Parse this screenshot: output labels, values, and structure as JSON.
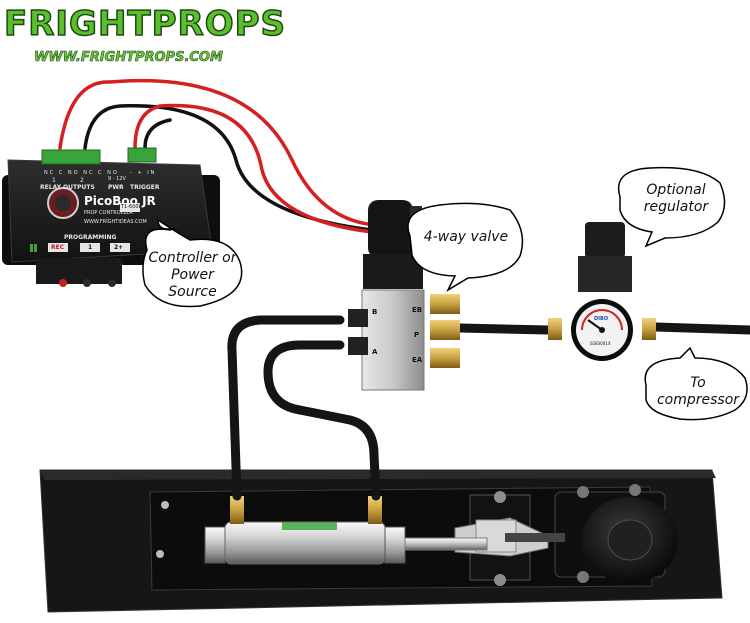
{
  "brand": {
    "logo_text": "FRIGHTPROPS",
    "url_text": "WWW.FRIGHTPROPS.COM",
    "logo_color": "#5bbf2b",
    "logo_dark_color": "#1d4a12"
  },
  "controller": {
    "product_name": "PicoBoo JR",
    "subtitle": "PROP CONTROLLER",
    "model_badge": "T1-600b",
    "website": "WWW.FRIGHTIDEAS.COM",
    "relay_outputs_label": "RELAY OUTPUTS",
    "pwr_label": "PWR",
    "trigger_label": "TRIGGER",
    "programming_label": "PROGRAMMING",
    "buttons": [
      "REC",
      "1",
      "2+"
    ],
    "terminal_labels": [
      "NC",
      "C",
      "NO",
      "NC",
      "C",
      "NO"
    ],
    "relay_numbers": [
      "1",
      "2"
    ],
    "pwr_voltage": "9 - 12V",
    "trigger_terminals": [
      "-",
      "+",
      "IN"
    ]
  },
  "valve": {
    "port_labels": [
      "B",
      "A",
      "EB",
      "P",
      "EA"
    ]
  },
  "regulator": {
    "gauge_label": "DIBO",
    "gauge_serial": "0283001X"
  },
  "callouts": {
    "controller": "Controller or Power Source",
    "valve": "4-way valve",
    "regulator": "Optional regulator",
    "compressor": "To compressor"
  },
  "colors": {
    "wire_red": "#d42020",
    "wire_black": "#111111",
    "tubing": "#151515",
    "brass": "#c9a040",
    "board": "#141414",
    "controller_body": "#1c1c1c",
    "terminal_green": "#3aa33a"
  }
}
